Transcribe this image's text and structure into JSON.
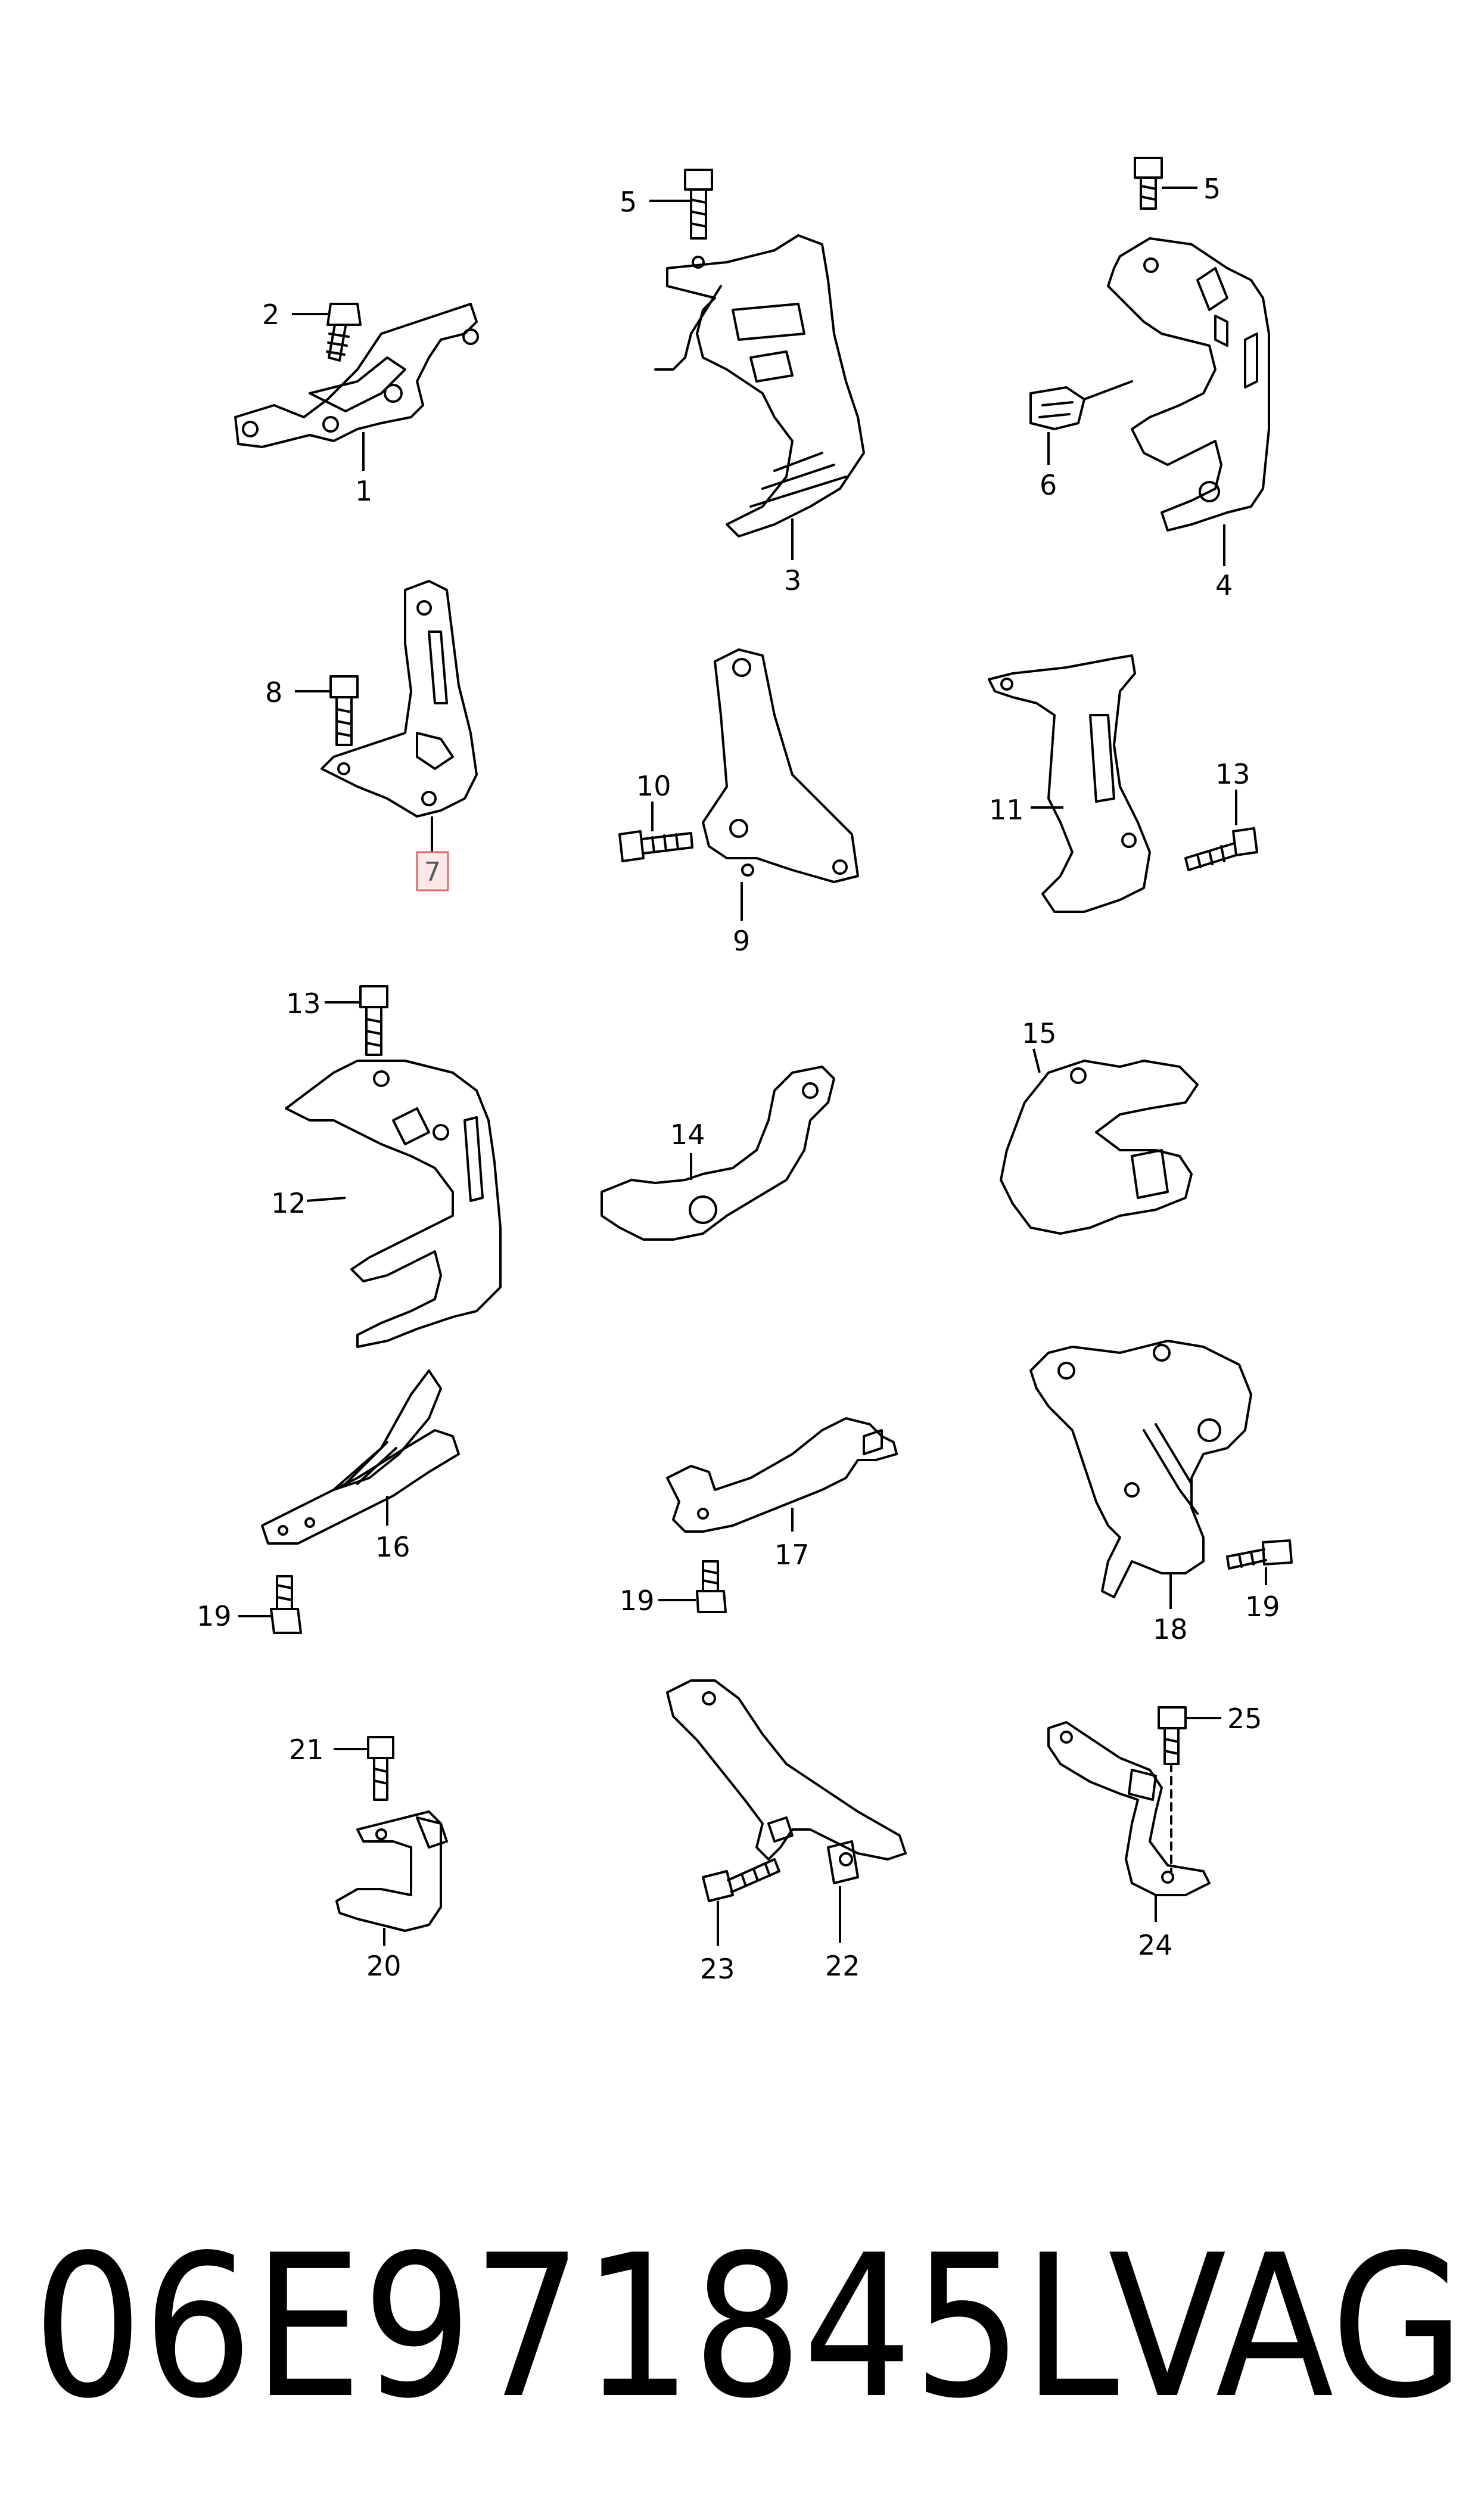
{
  "diagram": {
    "callouts": [
      "1",
      "2",
      "3",
      "4",
      "5",
      "5",
      "6",
      "7",
      "8",
      "9",
      "10",
      "11",
      "12",
      "13",
      "13",
      "14",
      "15",
      "16",
      "17",
      "18",
      "19",
      "19",
      "19",
      "20",
      "21",
      "22",
      "23",
      "24",
      "25"
    ],
    "highlighted_callout": "7",
    "highlight_color": "#d66b6b"
  },
  "footer": {
    "part_number": "06E971845L",
    "brand": "VAG"
  }
}
